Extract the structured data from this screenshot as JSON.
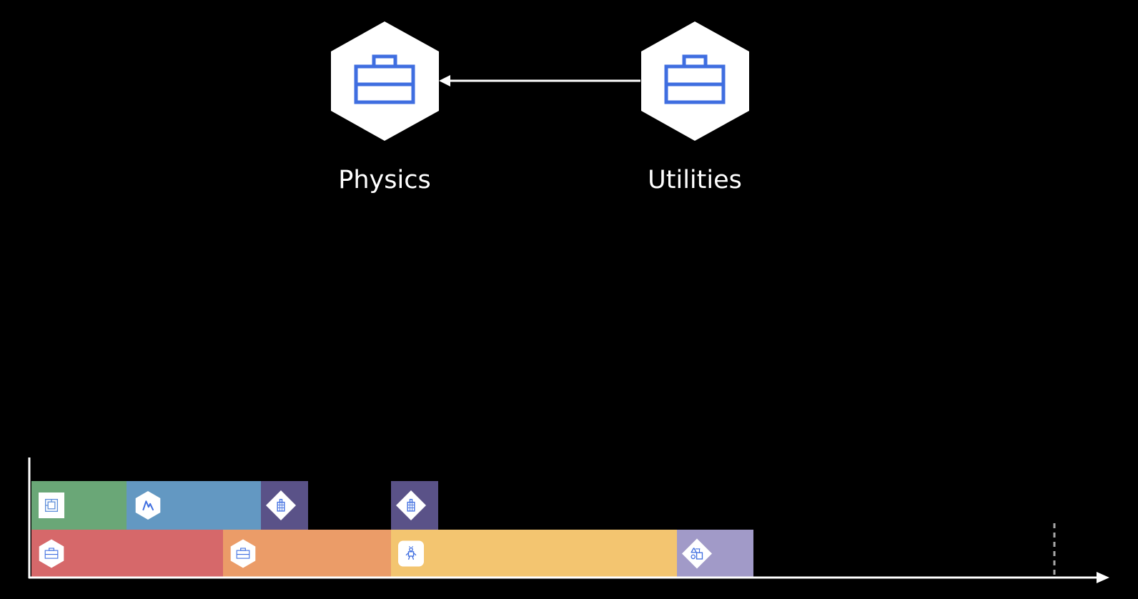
{
  "nodes": [
    {
      "id": "physics",
      "label": "Physics",
      "icon": "toolbox-icon"
    },
    {
      "id": "utilities",
      "label": "Utilities",
      "icon": "toolbox-icon"
    }
  ],
  "edges": [
    {
      "from": "utilities",
      "to": "physics"
    }
  ],
  "timeline": {
    "lanes": [
      {
        "name": "upper",
        "blocks": [
          {
            "color": "#6aa777",
            "icon": "square-icon"
          },
          {
            "color": "#6398c2",
            "icon": "lightning-icon"
          },
          {
            "color": "#5a5288",
            "icon": "building-icon"
          },
          {
            "gap": true
          },
          {
            "color": "#5a5288",
            "icon": "building-icon"
          }
        ]
      },
      {
        "name": "lower",
        "blocks": [
          {
            "color": "#d6686a",
            "icon": "toolbox-icon"
          },
          {
            "color": "#eb9c68",
            "icon": "toolbox-icon"
          },
          {
            "color": "#f3c570",
            "icon": "robot-icon"
          },
          {
            "color": "#a19ac8",
            "icon": "shapes-icon"
          }
        ]
      }
    ],
    "icon_color": "#3f6ee0",
    "axis_color": "#ffffff",
    "marker_color": "#a8a8a8"
  }
}
